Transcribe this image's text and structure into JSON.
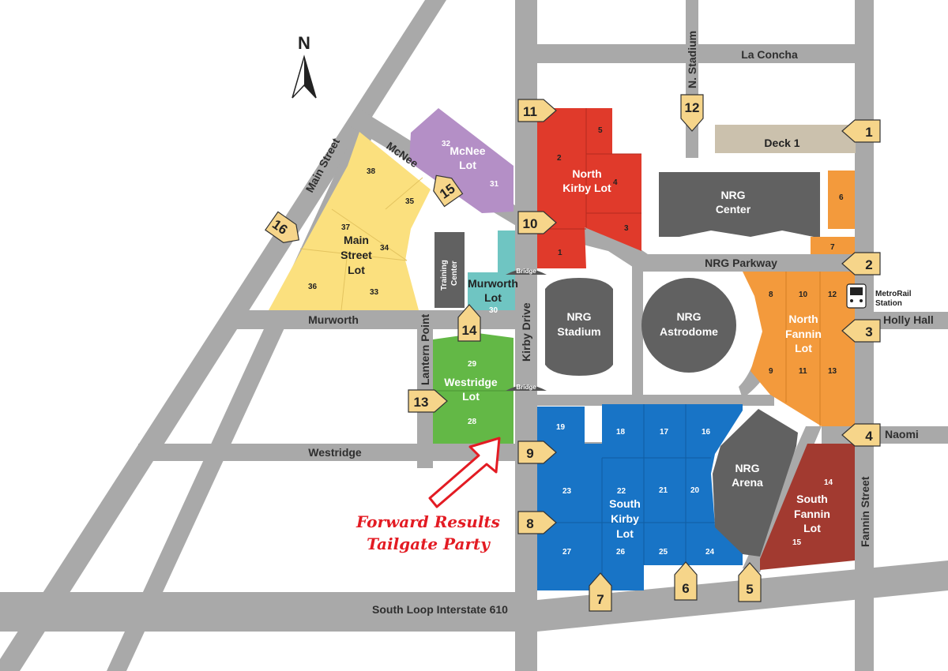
{
  "compass": {
    "label": "N"
  },
  "streets": {
    "la_concha": "La Concha",
    "n_stadium": "N. Stadium",
    "mcnee": "McNee",
    "main_street": "Main Street",
    "nrg_parkway": "NRG Parkway",
    "holly_hall": "Holly Hall",
    "murworth": "Murworth",
    "lantern_point": "Lantern Point",
    "kirby_drive": "Kirby Drive",
    "westridge": "Westridge",
    "naomi": "Naomi",
    "fannin_street": "Fannin Street",
    "south_loop": "South Loop Interstate 610"
  },
  "bridges": [
    "Bridge",
    "Bridge"
  ],
  "metrorail": {
    "line1": "MetroRail",
    "line2": "Station"
  },
  "lots": {
    "deck1": {
      "name": "Deck 1",
      "color": "#cbc1ad"
    },
    "mcnee": {
      "line1": "McNee",
      "line2": "Lot",
      "color": "#b48fc6",
      "sections": [
        "32",
        "31"
      ]
    },
    "north_kirby": {
      "line1": "North",
      "line2": "Kirby Lot",
      "color": "#e03a2b",
      "sections": [
        "5",
        "2",
        "4",
        "3",
        "1"
      ]
    },
    "main_street": {
      "line1": "Main",
      "line2": "Street",
      "line3": "Lot",
      "color": "#fbe07e",
      "sections": [
        "38",
        "35",
        "37",
        "34",
        "36",
        "33"
      ]
    },
    "murworth": {
      "line1": "Murworth",
      "line2": "Lot",
      "color": "#6fc5c2",
      "sections": [
        "30"
      ]
    },
    "westridge": {
      "line1": "Westridge",
      "line2": "Lot",
      "color": "#63b846",
      "sections": [
        "29",
        "28"
      ]
    },
    "north_fannin": {
      "line1": "North",
      "line2": "Fannin",
      "line3": "Lot",
      "color": "#f39a3c",
      "sections": [
        "8",
        "10",
        "12",
        "9",
        "11",
        "13"
      ]
    },
    "north_fannin_extra": [
      "6",
      "7"
    ],
    "south_kirby": {
      "line1": "South",
      "line2": "Kirby",
      "line3": "Lot",
      "color": "#1874c6",
      "sections": [
        "19",
        "18",
        "17",
        "16",
        "23",
        "22",
        "21",
        "20",
        "27",
        "26",
        "25",
        "24"
      ]
    },
    "south_fannin": {
      "line1": "South",
      "line2": "Fannin",
      "line3": "Lot",
      "color": "#a23a30",
      "sections": [
        "14",
        "15"
      ]
    }
  },
  "venues": {
    "nrg_center": {
      "line1": "NRG",
      "line2": "Center"
    },
    "nrg_stadium": {
      "line1": "NRG",
      "line2": "Stadium"
    },
    "nrg_astrodome": {
      "line1": "NRG",
      "line2": "Astrodome"
    },
    "nrg_arena": {
      "line1": "NRG",
      "line2": "Arena"
    },
    "training_center": {
      "line1": "Training",
      "line2": "Center"
    }
  },
  "gates": [
    "1",
    "2",
    "3",
    "4",
    "5",
    "6",
    "7",
    "8",
    "9",
    "10",
    "11",
    "12",
    "13",
    "14",
    "15",
    "16"
  ],
  "promo": {
    "line1": "Forward Results",
    "line2": "Tailgate Party"
  }
}
